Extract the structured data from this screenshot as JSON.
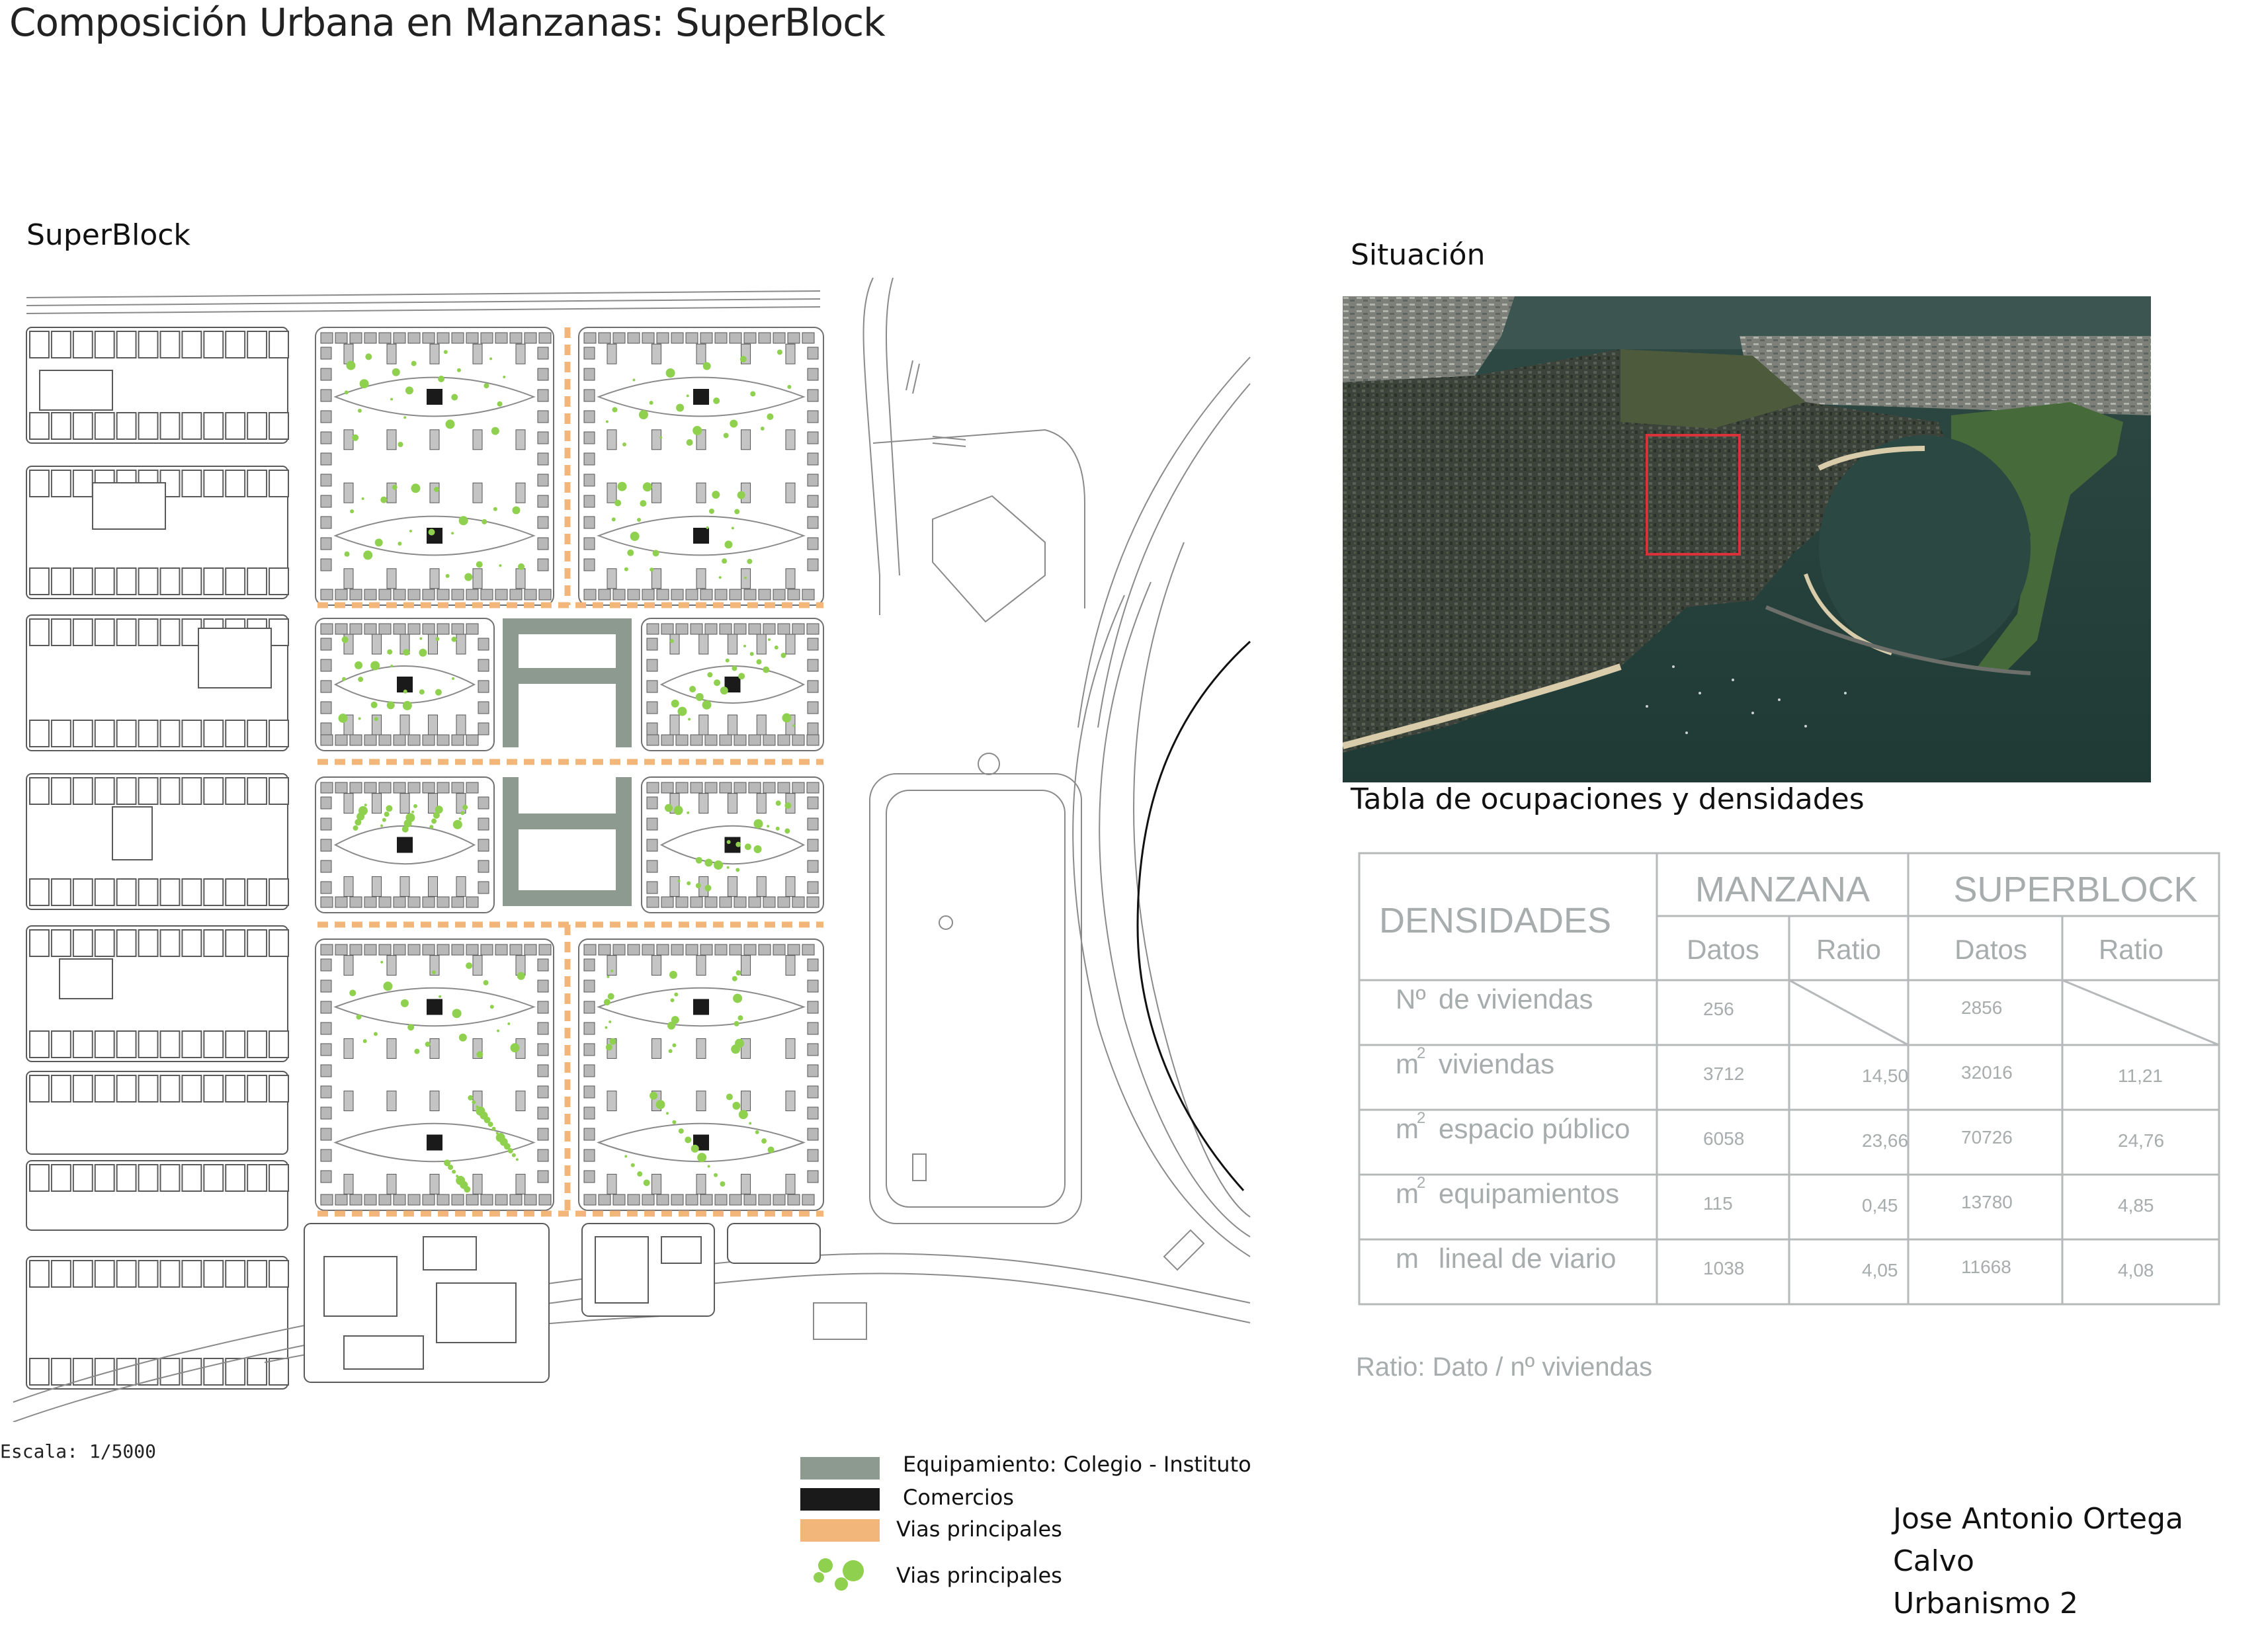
{
  "title": "Composición Urbana en Manzanas: SuperBlock",
  "superblock_label": "SuperBlock",
  "situacion_label": "Situación",
  "scale_label": "Escala: 1/5000",
  "table_title": "Tabla de ocupaciones y densidades",
  "table": {
    "header_main": "DENSIDADES",
    "group1": "MANZANA",
    "group2": "SUPERBLOCK",
    "sub_datos": "Datos",
    "sub_ratio": "Ratio",
    "rows": [
      {
        "pre": "Nº",
        "sup": "",
        "label": "de viviendas",
        "m_datos": "256",
        "m_ratio": "",
        "s_datos": "2856",
        "s_ratio": ""
      },
      {
        "pre": "m",
        "sup": "2",
        "label": "viviendas",
        "m_datos": "3712",
        "m_ratio": "14,50",
        "s_datos": "32016",
        "s_ratio": "11,21"
      },
      {
        "pre": "m",
        "sup": "2",
        "label": "espacio público",
        "m_datos": "6058",
        "m_ratio": "23,66",
        "s_datos": "70726",
        "s_ratio": "24,76"
      },
      {
        "pre": "m",
        "sup": "2",
        "label": "equipamientos",
        "m_datos": "115",
        "m_ratio": "0,45",
        "s_datos": "13780",
        "s_ratio": "4,85"
      },
      {
        "pre": "m",
        "sup": "",
        "label": "lineal de viario",
        "m_datos": "1038",
        "m_ratio": "4,05",
        "s_datos": "11668",
        "s_ratio": "4,08"
      }
    ]
  },
  "ratio_note": "Ratio: Dato / nº viviendas",
  "legend": [
    {
      "label": "Equipamiento: Colegio - Instituto",
      "color": "#8c9a8f",
      "kind": "equip"
    },
    {
      "label": "Comercios",
      "color": "#1a1a1a",
      "kind": "comercio"
    },
    {
      "label": "Vias principales",
      "color": "#f2b67a",
      "kind": "vias"
    },
    {
      "label": "Vias principales",
      "color": "#8fd14f",
      "kind": "trees"
    }
  ],
  "author": {
    "name": "Jose Antonio Ortega Calvo",
    "course": "Urbanismo 2"
  },
  "colors": {
    "equip": "#8c9a8f",
    "commerce": "#1a1a1a",
    "roads": "#f2b67a",
    "trees": "#8fd14f",
    "table_text": "#a7acac",
    "table_lines": "#b5b9b9",
    "highlight": "#d9323a"
  }
}
